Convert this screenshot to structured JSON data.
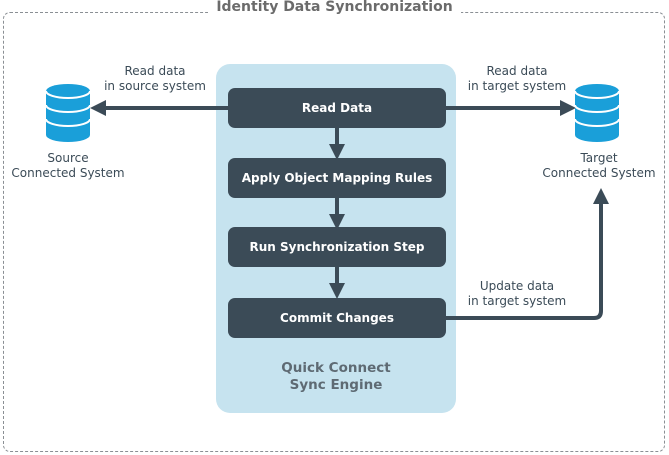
{
  "title": "Identity Data Synchronization",
  "engine": {
    "line1": "Quick Connect",
    "line2": "Sync Engine"
  },
  "steps": [
    "Read Data",
    "Apply Object Mapping Rules",
    "Run Synchronization Step",
    "Commit Changes"
  ],
  "source": {
    "line1": "Source",
    "line2": "Connected System"
  },
  "target": {
    "line1": "Target",
    "line2": "Connected System"
  },
  "edges": {
    "read_source": {
      "line1": "Read data",
      "line2": "in source system"
    },
    "read_target": {
      "line1": "Read data",
      "line2": "in target system"
    },
    "update_target": {
      "line1": "Update data",
      "line2": "in target system"
    }
  },
  "colors": {
    "dark": "#3b4b57",
    "engine": "#c6e3ef",
    "database": "#1a9fd9"
  }
}
